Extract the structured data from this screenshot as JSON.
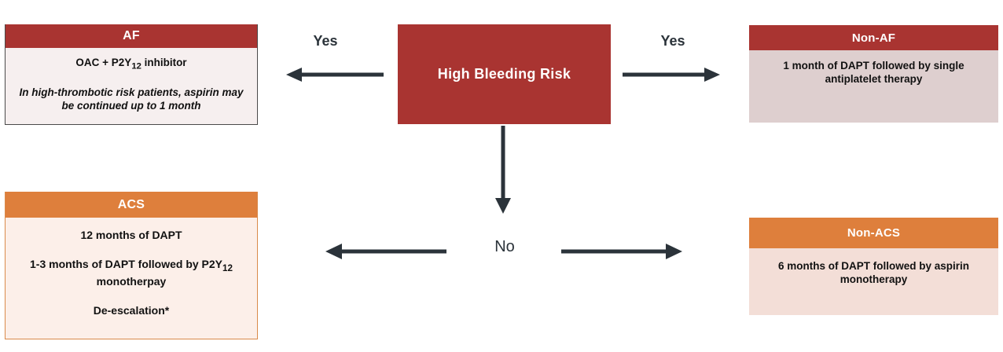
{
  "diagram": {
    "title": "High Bleeding Risk antithrombotic therapy decision flowchart",
    "colors": {
      "red_header": "#A93431",
      "orange_header": "#DE7F3C",
      "af_body": "#F6EFEF",
      "acs_body": "#FCEFE9",
      "nonaf_body": "#DECFCF",
      "nonacs_body": "#F3DED7",
      "arrow": "#2b333a",
      "header_text": "#FFFFFF",
      "body_text": "#111111"
    }
  },
  "decision": {
    "label": "High Bleeding Risk"
  },
  "edges": {
    "yes_left": "Yes",
    "yes_right": "Yes",
    "no": "No"
  },
  "cards": {
    "af": {
      "header": "AF",
      "line1_pre": "OAC + P2Y",
      "line1_sub": "12",
      "line1_post": " inhibitor",
      "line2": "In high-thrombotic risk patients, aspirin may be continued up to 1 month"
    },
    "acs": {
      "header": "ACS",
      "line1": "12 months of DAPT",
      "line2_pre": "1-3 months of DAPT followed by P2Y",
      "line2_sub": "12",
      "line2_post": " monotherpay",
      "line3": "De-escalation*"
    },
    "nonaf": {
      "header": "Non-AF",
      "line1": "1 month of DAPT followed by single antiplatelet therapy"
    },
    "nonacs": {
      "header": "Non-ACS",
      "line1": "6 months of DAPT followed by aspirin monotherapy"
    }
  }
}
